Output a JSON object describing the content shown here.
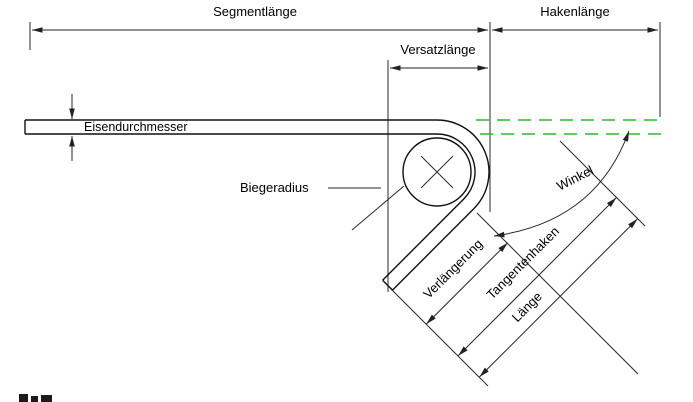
{
  "diagram": {
    "labels": {
      "segment_length": "Segmentlänge",
      "hook_length": "Hakenlänge",
      "offset_length": "Versatzlänge",
      "bar_diameter": "Eisendurchmesser",
      "bend_radius": "Biegeradius",
      "angle": "Winkel",
      "extension": "Verlängerung",
      "tangent_hook": "Tangentenhaken",
      "length": "Länge"
    },
    "colors": {
      "line": "#1c1c1c",
      "projection_green": "#2db92d",
      "background": "#ffffff"
    }
  }
}
